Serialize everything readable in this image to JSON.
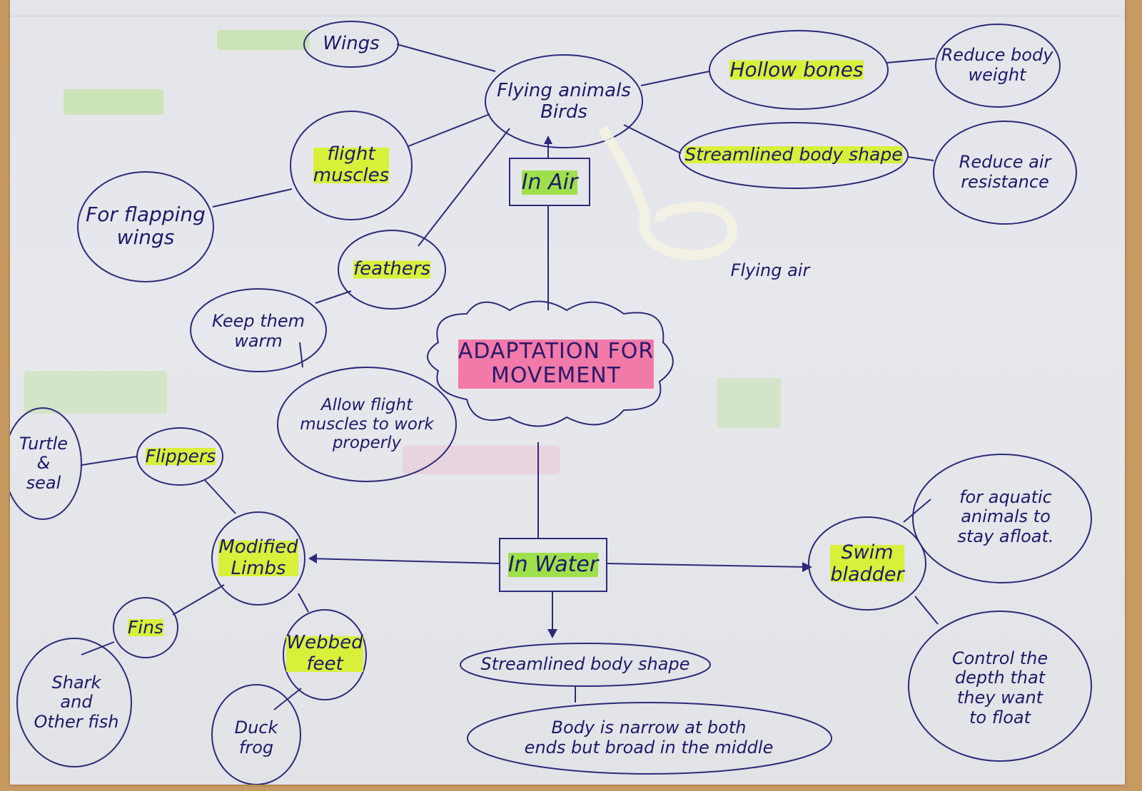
{
  "title": "Adaptation for Movement",
  "colors": {
    "ink": "#2b2a7a",
    "highlight_yellow": "#d8f03a",
    "highlight_green": "#9ee04a",
    "highlight_pink": "#f27aa8",
    "paper": "#e5e6eb"
  },
  "center": {
    "label": "ADAPTATION FOR\nMOVEMENT"
  },
  "branches": {
    "air": {
      "label": "In Air",
      "main": "Flying animals\nBirds",
      "nodes": {
        "wings": "Wings",
        "flight_muscles": "flight\nmuscles",
        "for_flapping": "For flapping\nwings",
        "feathers": "feathers",
        "keep_warm": "Keep them\nwarm",
        "allow_flight": "Allow flight\nmuscles to work\nproperly",
        "hollow_bones": "Hollow bones",
        "reduce_weight": "Reduce body\nweight",
        "streamlined": "Streamlined body shape",
        "reduce_air": "Reduce air\nresistance"
      },
      "note": "Flying air"
    },
    "water": {
      "label": "In Water",
      "nodes": {
        "modified_limbs": "Modified\nLimbs",
        "flippers": "Flippers",
        "turtle_seal": "Turtle\n&\nseal",
        "fins": "Fins",
        "shark": "Shark\nand\nOther fish",
        "webbed_feet": "Webbed\nfeet",
        "duck_frog": "Duck\nfrog",
        "swim_bladder": "Swim\nbladder",
        "stay_afloat": "for aquatic\nanimals to\nstay afloat.",
        "control_depth": "Control the\ndepth that\nthey want\nto float",
        "streamlined": "Streamlined body shape",
        "body_narrow": "Body is narrow at both\nends but broad in the middle"
      }
    }
  }
}
